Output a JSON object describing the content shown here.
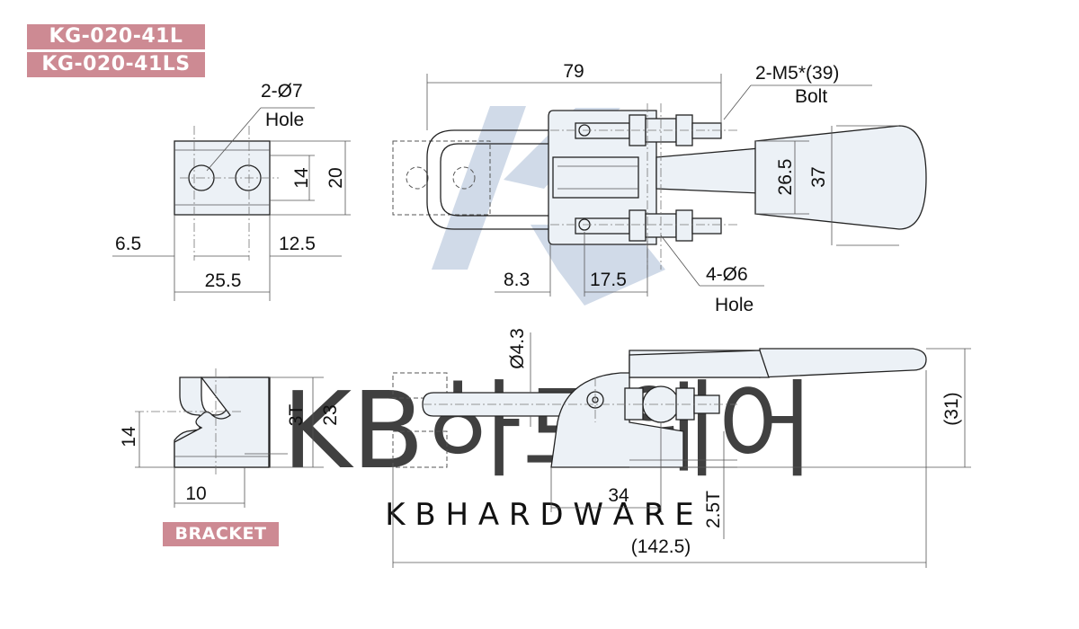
{
  "models": [
    "KG-020-41L",
    "KG-020-41LS"
  ],
  "bracket_label": "BRACKET",
  "watermark": {
    "main": "KB하드웨어",
    "sub": "K B   H A R D W A R E"
  },
  "top_view": {
    "hole_label": "2-Ø7",
    "hole_word": "Hole",
    "d_14": "14",
    "d_20": "20",
    "d_6_5": "6.5",
    "d_12_5": "12.5",
    "d_25_5": "25.5"
  },
  "main_view": {
    "d_79": "79",
    "bolt_label": "2-M5*(39)",
    "bolt_word": "Bolt",
    "d_26_5": "26.5",
    "d_37": "37",
    "d_8_3": "8.3",
    "d_17_5": "17.5",
    "hole_label": "4-Ø6",
    "hole_word": "Hole"
  },
  "side_view": {
    "d_14": "14",
    "d_3t": "3T",
    "d_23": "23",
    "d_10": "10"
  },
  "front_view": {
    "d_4_3": "Ø4.3",
    "d_31": "(31)",
    "d_34": "34",
    "d_2_5t": "2.5T",
    "d_142_5": "(142.5)"
  },
  "colors": {
    "tag": "#cd8a93",
    "part": "#ecf1f6",
    "watermark": "#c8d4e4",
    "watermark_text": "#e3e3e3"
  }
}
